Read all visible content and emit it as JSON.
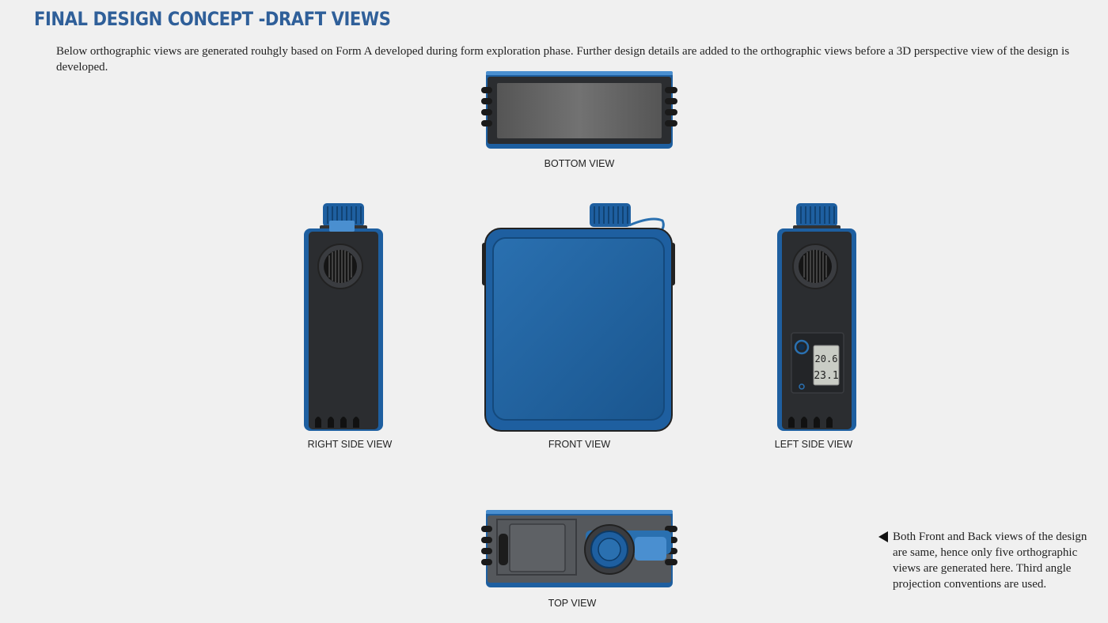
{
  "page": {
    "title": "FINAL DESIGN CONCEPT -DRAFT VIEWS",
    "intro": "Below orthographic views are generated rouhgly based on Form A developed during form exploration phase. Further design details are added to the orthographic views before a 3D perspective view of the design is developed."
  },
  "views": {
    "bottom": "BOTTOM VIEW",
    "right_side": "RIGHT SIDE VIEW",
    "front": "FRONT VIEW",
    "left_side": "LEFT SIDE VIEW",
    "top": "TOP VIEW"
  },
  "display": {
    "line1": "20.6",
    "line2": "23.1"
  },
  "note": {
    "text": "Both Front and Back views of the design are same, hence only five orthographic views are generated here. Third angle projection conventions are used.",
    "icon": "left-pointer-icon"
  },
  "colors": {
    "accent": "#2f5f99",
    "body_blue": "#1e5fa0",
    "dark": "#2b2d30"
  }
}
